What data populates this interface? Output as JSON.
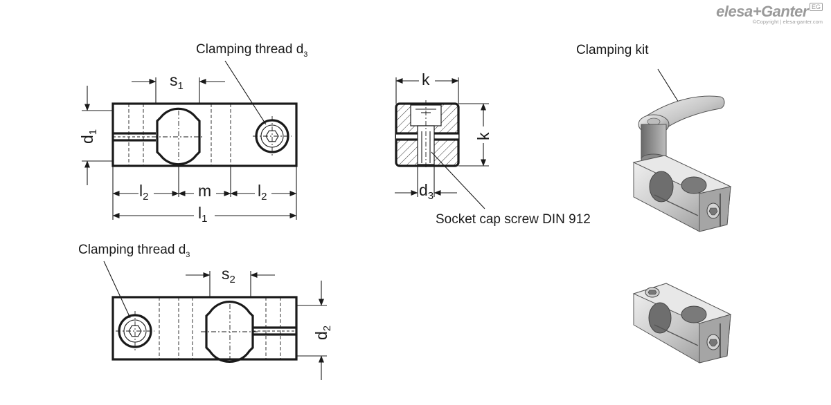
{
  "logo": {
    "brand": "elesa+Ganter",
    "badge": "EG",
    "copyright": "©Copyright | elesa-ganter.com"
  },
  "labels": {
    "clamping_thread_top": "Clamping thread d",
    "clamping_thread_bottom": "Clamping thread d",
    "thread_sub": "3",
    "socket_cap_screw": "Socket cap screw DIN 912",
    "clamping_kit": "Clamping kit"
  },
  "dimensions": {
    "s1": {
      "base": "s",
      "sub": "1"
    },
    "s2": {
      "base": "s",
      "sub": "2"
    },
    "d1": {
      "base": "d",
      "sub": "1"
    },
    "d2": {
      "base": "d",
      "sub": "2"
    },
    "d3": {
      "base": "d",
      "sub": "3"
    },
    "l1": {
      "base": "l",
      "sub": "1"
    },
    "l2_left": {
      "base": "l",
      "sub": "2"
    },
    "l2_right": {
      "base": "l",
      "sub": "2"
    },
    "m": "m",
    "k_top": "k",
    "k_side": "k"
  }
}
